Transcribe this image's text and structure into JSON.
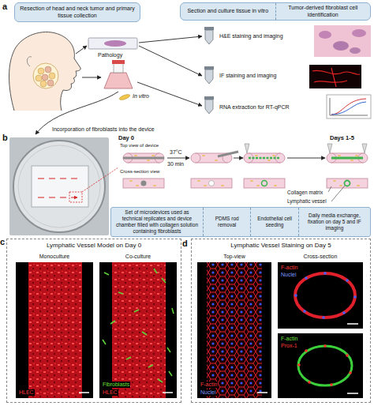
{
  "diagram": {
    "nodes": [
      {
        "text": [
          "Resection of head and neck tumor and primary tissue collection"
        ]
      },
      {
        "text": [
          "Section and culture tissue in vitro",
          "Tumor-derived fibroblast cell identification"
        ]
      },
      {
        "text": [
          "Set of microdevices used as technical replicates and device chamber filled with collagen solution containing fibroblasts",
          "PDMS rod removal",
          "Endothelial cell seeding",
          "Daily media exchange, fixation on day 5 and IF imaging"
        ]
      },
      {
        "text": [
          "Lymphatic Vessel Model on Day 0"
        ]
      },
      {
        "text": [
          "Monoculture",
          "HLEC"
        ],
        "in": 3
      },
      {
        "text": [
          "Co-culture",
          "Fibroblasts",
          "HLEC"
        ],
        "in": 3
      },
      {
        "text": [
          "Lymphatic Vessel Staining on Day 5"
        ]
      },
      {
        "text": [
          "Top-view",
          "F-actin",
          "Nuclei"
        ],
        "in": 6
      },
      {
        "text": [
          "Cross-section",
          "F-actin",
          "Nuclei"
        ],
        "in": 6
      },
      {
        "text": [
          "F-actin",
          "Prox-1"
        ],
        "in": 6
      }
    ],
    "labels": [
      "a",
      "Pathology",
      "H&E staining and imaging",
      "IF staining and imaging",
      "In vitro",
      "RNA extraction for RT-qPCR",
      "Incorporation of fibroblasts into the device",
      "b",
      "Day 0",
      "Top view of device",
      "Cross-section view",
      "37°C",
      "30 min",
      "Days 1-5",
      "Collagen matrix",
      "Lymphatic vessel",
      "c",
      "d"
    ]
  }
}
